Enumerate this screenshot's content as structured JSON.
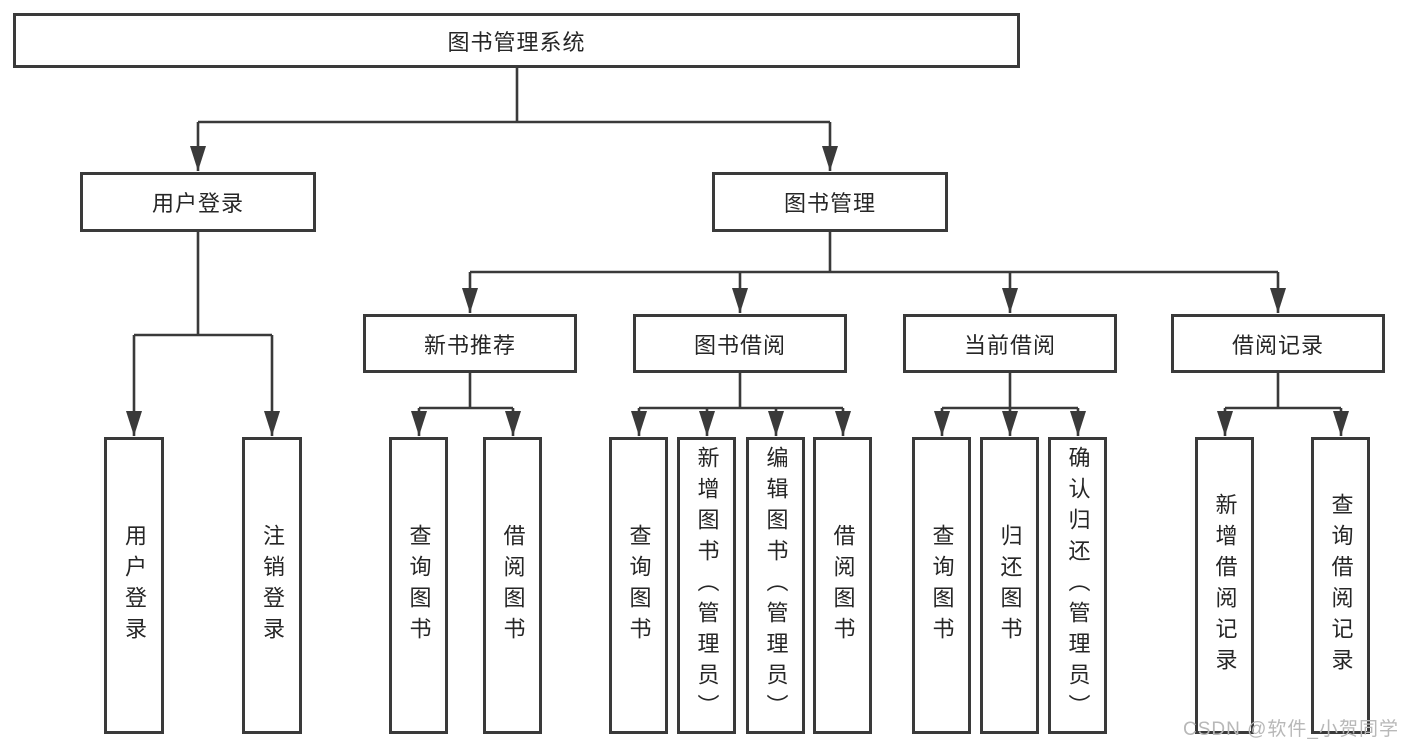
{
  "diagram": {
    "title": "图书管理系统",
    "branches": [
      {
        "label": "用户登录",
        "leaves": [
          "用户登录",
          "注销登录"
        ]
      },
      {
        "label": "图书管理",
        "sections": [
          {
            "label": "新书推荐",
            "leaves": [
              "查询图书",
              "借阅图书"
            ]
          },
          {
            "label": "图书借阅",
            "leaves": [
              "查询图书",
              "新增图书（管理员）",
              "编辑图书（管理员）",
              "借阅图书"
            ]
          },
          {
            "label": "当前借阅",
            "leaves": [
              "查询图书",
              "归还图书",
              "确认归还（管理员）"
            ]
          },
          {
            "label": "借阅记录",
            "leaves": [
              "新增借阅记录",
              "查询借阅记录"
            ]
          }
        ]
      }
    ]
  },
  "watermark": {
    "text": "CSDN @软件_小贺同学"
  },
  "colors": {
    "line": "#3a3a3a",
    "box_border": "#3a3a3a",
    "text": "#262626",
    "watermark": "#b8b8b8",
    "background": "#ffffff"
  }
}
